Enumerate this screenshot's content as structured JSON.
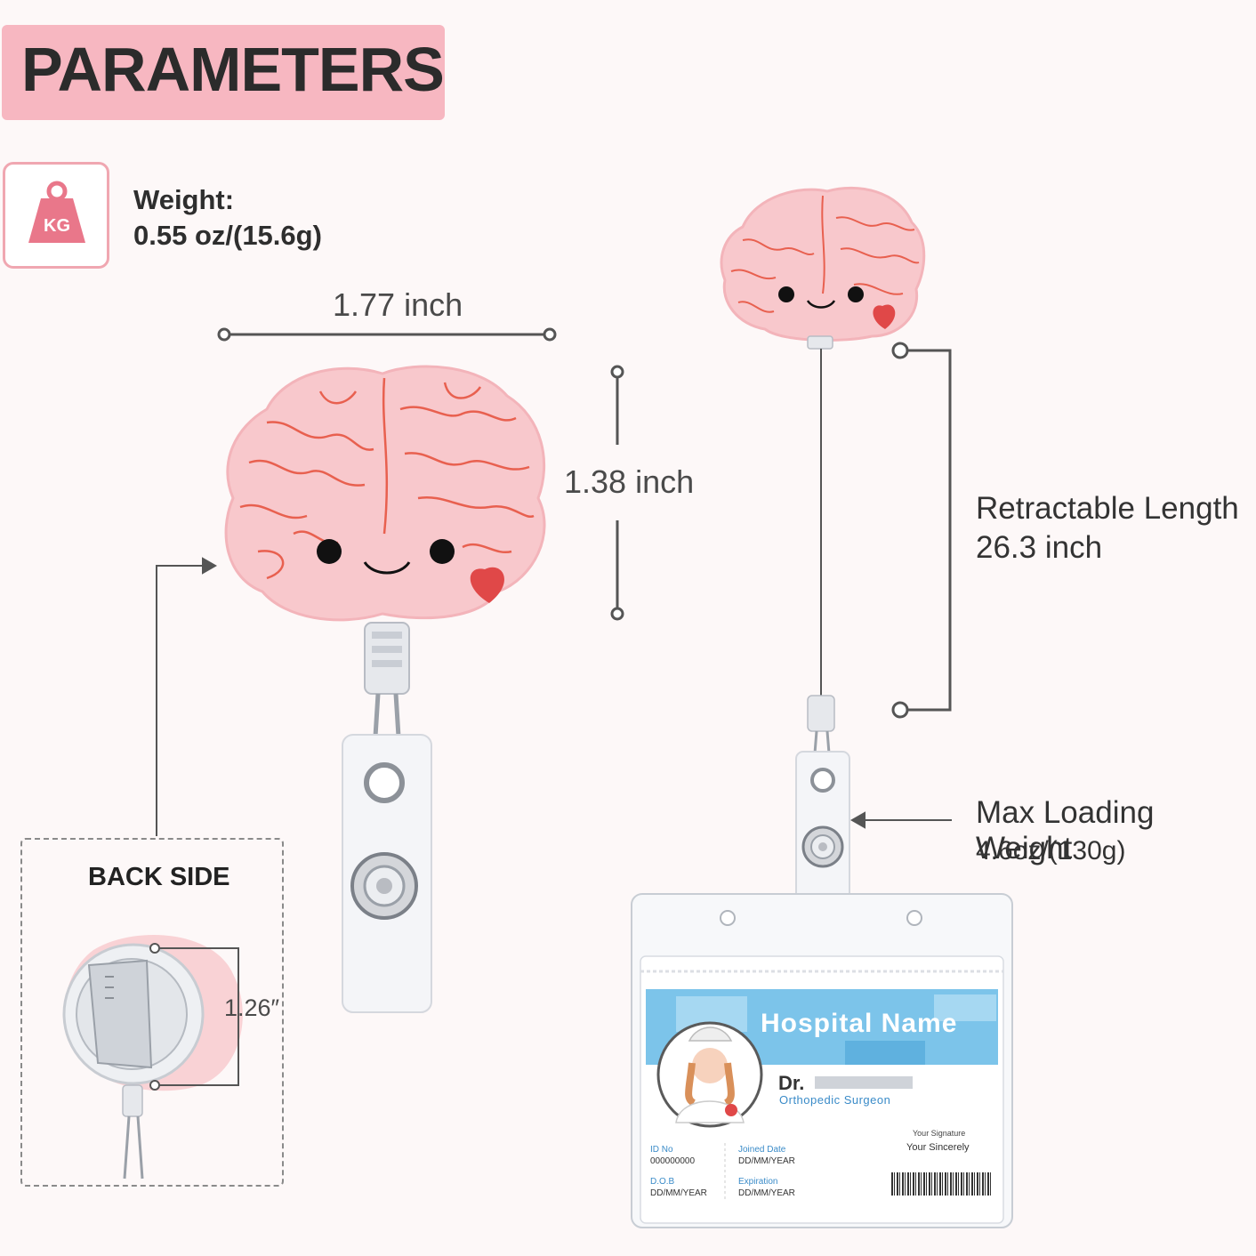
{
  "title": "PARAMETERS",
  "weight": {
    "icon_text": "KG",
    "label": "Weight:",
    "value": "0.55 oz/(15.6g)"
  },
  "dimensions": {
    "width": "1.77 inch",
    "height": "1.38 inch"
  },
  "retractable": {
    "label": "Retractable Length",
    "value": "26.3 inch"
  },
  "max_loading": {
    "label": "Max Loading Weight",
    "value": "4.6oz/(130g)"
  },
  "back_side": {
    "title": "BACK SIDE",
    "dimension": "1.26″"
  },
  "id_card": {
    "hospital_name": "Hospital Name",
    "dr_prefix": "Dr.",
    "role": "Orthopedic Surgeon",
    "signature_label": "Your Signature",
    "signature_value": "Your Sincerely",
    "fields": [
      {
        "label": "ID No",
        "value": "000000000"
      },
      {
        "label": "Joined Date",
        "value": "DD/MM/YEAR"
      },
      {
        "label": "D.O.B",
        "value": "DD/MM/YEAR"
      },
      {
        "label": "Expiration",
        "value": "DD/MM/YEAR"
      }
    ]
  },
  "colors": {
    "banner": "#f7b7c1",
    "brain": "#f8c8cc",
    "brain_lines": "#e8604f",
    "card_blue": "#7cc4ea"
  }
}
